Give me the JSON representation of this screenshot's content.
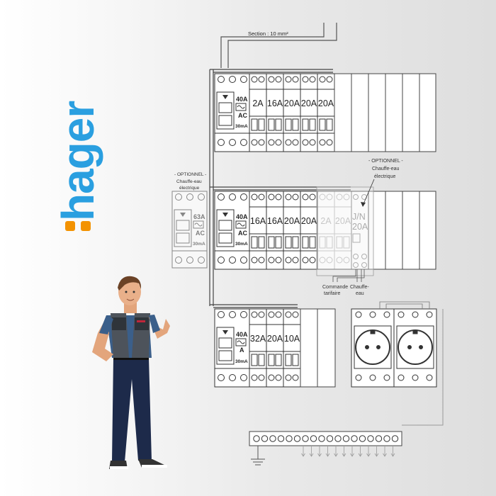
{
  "brand": {
    "name": "hager",
    "color": "#2a9fe0",
    "accent_color": "#f39200"
  },
  "cable_label": "Section : 10 mm²",
  "optional_label": "- OPTIONNEL -",
  "water_heater_label": "Chauffe-eau",
  "electric_label": "électrique",
  "rows": [
    {
      "rcd": {
        "rating": "40A",
        "type": "AC",
        "sensitivity": "30mA"
      },
      "breakers": [
        "2A",
        "16A",
        "20A",
        "20A",
        "20A"
      ]
    },
    {
      "rcd": {
        "rating": "40A",
        "type": "AC",
        "sensitivity": "30mA"
      },
      "breakers": [
        "16A",
        "16A",
        "20A",
        "20A"
      ],
      "optional_breakers": [
        "2A",
        "20A"
      ],
      "contactor": {
        "line1": "J/N",
        "line2": "20A"
      }
    },
    {
      "rcd": {
        "rating": "40A",
        "type": "A",
        "sensitivity": "30mA"
      },
      "breakers": [
        "32A",
        "20A",
        "10A"
      ]
    }
  ],
  "optional_rcd": {
    "rating": "63A",
    "type": "AC",
    "sensitivity": "30mA"
  },
  "contactor_terminals": {
    "command_label_1": "Commande",
    "command_label_2": "tarifaire",
    "heater_label_1": "Chauffe-",
    "heater_label_2": "eau"
  }
}
